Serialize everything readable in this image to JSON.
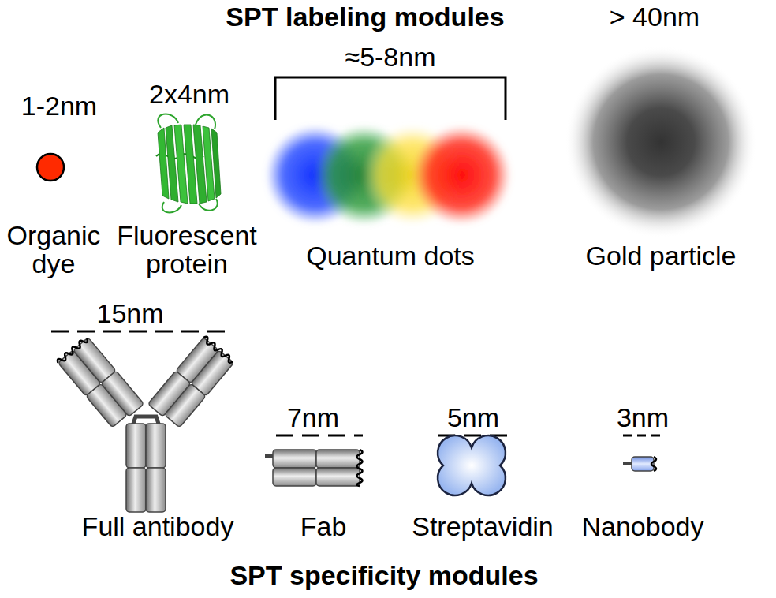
{
  "diagram": {
    "title": "SPT labeling modules",
    "caption": "SPT specificity modules",
    "labels": [
      "> 40nm",
      "1-2nm",
      "2x4nm",
      "≈5-8nm",
      "Organic dye",
      "Fluorescent protein",
      "Quantum dots",
      "Gold particle",
      "15nm",
      "7nm",
      "5nm",
      "3nm",
      "Full antibody",
      "Fab",
      "Streptavidin",
      "Nanobody"
    ]
  }
}
